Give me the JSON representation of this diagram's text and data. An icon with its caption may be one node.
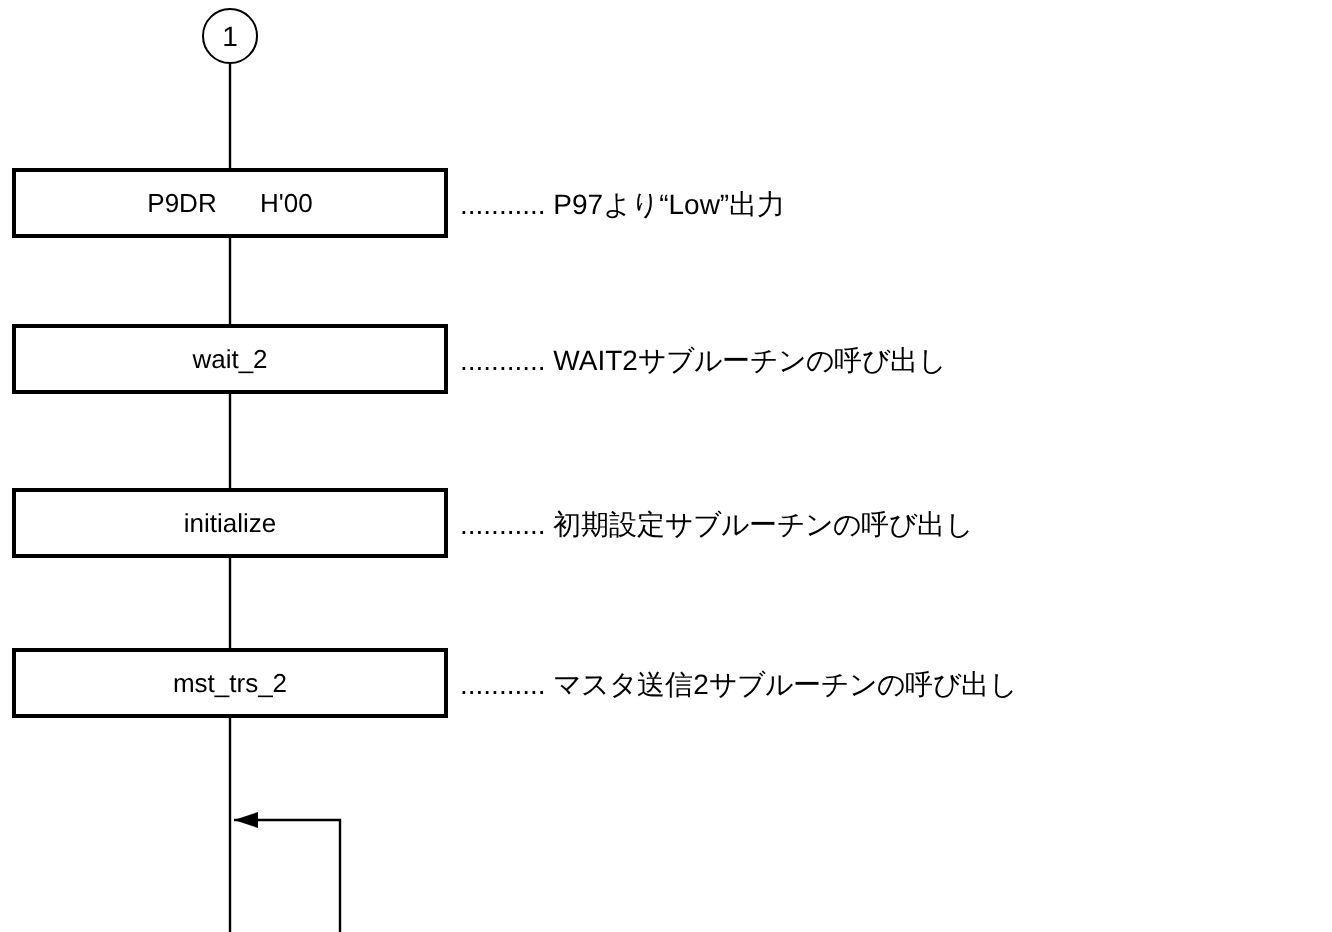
{
  "diagram": {
    "nodes": [
      {
        "text": [
          "1"
        ]
      },
      {
        "text": [
          "P9DR      H'00"
        ],
        "beside": [
          "........... P97より“Low”出力"
        ]
      },
      {
        "text": [
          "wait_2"
        ],
        "beside": [
          "........... WAIT2サブルーチンの呼び出し"
        ]
      },
      {
        "text": [
          "initialize"
        ],
        "beside": [
          "........... 初期設定サブルーチンの呼び出し"
        ]
      },
      {
        "text": [
          "mst_trs_2"
        ],
        "beside": [
          "........... マスタ送信2サブルーチンの呼び出し"
        ]
      }
    ],
    "edges": [
      {
        "from": 0,
        "to": 1,
        "arrow": "none"
      },
      {
        "from": 1,
        "to": 2,
        "arrow": "none"
      },
      {
        "from": 2,
        "to": 3,
        "arrow": "none"
      },
      {
        "from": 3,
        "to": 4,
        "arrow": "none"
      },
      {
        "from": 4,
        "to": null,
        "arrow": "none"
      }
    ]
  }
}
